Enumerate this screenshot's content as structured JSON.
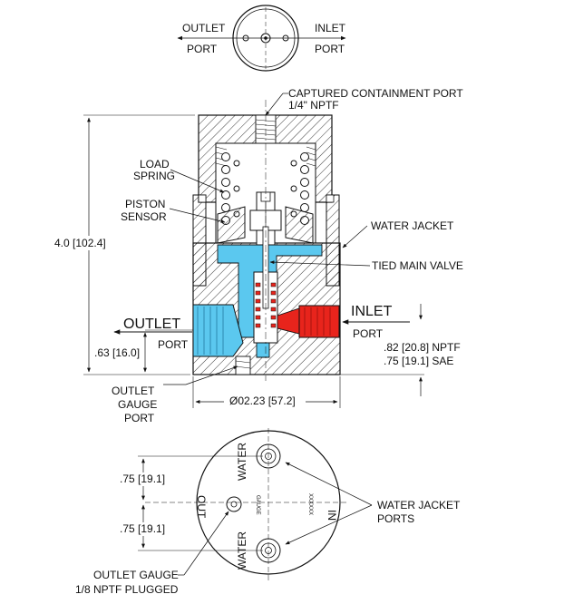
{
  "top_view": {
    "outlet_label": "OUTLET",
    "outlet_port": "PORT",
    "inlet_label": "INLET",
    "inlet_port": "PORT"
  },
  "section_view": {
    "captured_port_line1": "CAPTURED CONTAINMENT PORT",
    "captured_port_line2": "1/4\" NPTF",
    "load_spring_line1": "LOAD",
    "load_spring_line2": "SPRING",
    "piston_sensor_line1": "PISTON",
    "piston_sensor_line2": "SENSOR",
    "water_jacket": "WATER JACKET",
    "tied_main_valve": "TIED MAIN VALVE",
    "overall_height": "4.0 [102.4]",
    "outlet_label": "OUTLET",
    "outlet_port": "PORT",
    "inlet_label": "INLET",
    "inlet_port": "PORT",
    "outlet_height": ".63 [16.0]",
    "inlet_size_nptf": ".82 [20.8] NPTF",
    "inlet_size_sae": ".75 [19.1] SAE",
    "outlet_gauge_line1": "OUTLET",
    "outlet_gauge_line2": "GAUGE",
    "outlet_gauge_line3": "PORT",
    "diameter": "Ø02.23 [57.2]"
  },
  "bottom_view": {
    "water_top": "WATER",
    "water_bottom": "WATER",
    "out_label": "OUT",
    "in_label": "IN",
    "gauge_text": "GAUGE",
    "serial_text": "XXXXXX",
    "offset_top": ".75 [19.1]",
    "offset_bottom": ".75 [19.1]",
    "water_jacket_line1": "WATER JACKET",
    "water_jacket_line2": "PORTS",
    "outlet_gauge_line1": "OUTLET GAUGE",
    "outlet_gauge_line2": "1/8 NPTF PLUGGED"
  },
  "colors": {
    "outlet_flow": "#5bc8ef",
    "inlet_flow": "#e8241c",
    "line": "#111111"
  }
}
